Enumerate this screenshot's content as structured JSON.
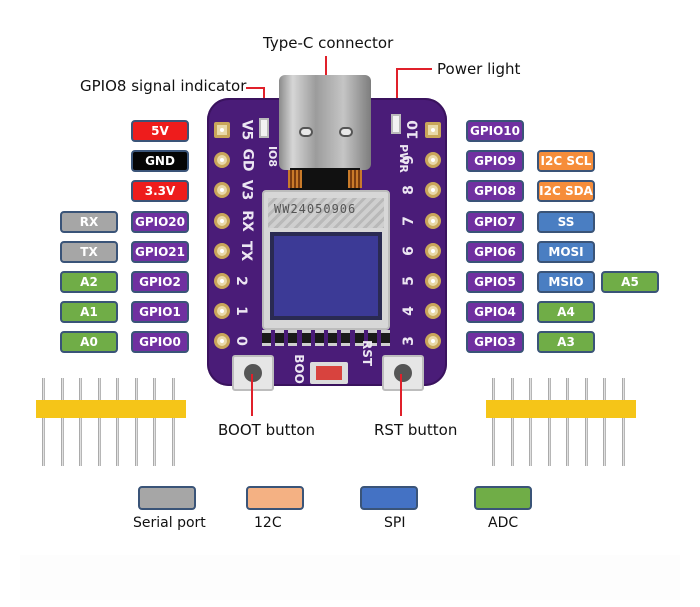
{
  "callouts": {
    "type_c": "Type-C connector",
    "gpio8_indicator": "GPIO8 signal indicator",
    "power_light": "Power light",
    "boot_button": "BOOT button",
    "rst_button": "RST button"
  },
  "left_pins": [
    {
      "gpio": "5V",
      "gpio_color": "red",
      "func": null
    },
    {
      "gpio": "GND",
      "gpio_color": "black",
      "func": null
    },
    {
      "gpio": "3.3V",
      "gpio_color": "red",
      "func": null
    },
    {
      "gpio": "GPIO20",
      "gpio_color": "purple",
      "func": "RX",
      "func_color": "gray"
    },
    {
      "gpio": "GPIO21",
      "gpio_color": "purple",
      "func": "TX",
      "func_color": "gray"
    },
    {
      "gpio": "GPIO2",
      "gpio_color": "purple",
      "func": "A2",
      "func_color": "green"
    },
    {
      "gpio": "GPIO1",
      "gpio_color": "purple",
      "func": "A1",
      "func_color": "green"
    },
    {
      "gpio": "GPIO0",
      "gpio_color": "purple",
      "func": "A0",
      "func_color": "green"
    }
  ],
  "right_pins": [
    {
      "gpio": "GPIO10",
      "funcs": []
    },
    {
      "gpio": "GPIO9",
      "funcs": [
        {
          "label": "I2C SCL",
          "color": "orange"
        }
      ]
    },
    {
      "gpio": "GPIO8",
      "funcs": [
        {
          "label": "I2C SDA",
          "color": "orange"
        }
      ]
    },
    {
      "gpio": "GPIO7",
      "funcs": [
        {
          "label": "SS",
          "color": "blue"
        }
      ]
    },
    {
      "gpio": "GPIO6",
      "funcs": [
        {
          "label": "MOSI",
          "color": "blue"
        }
      ]
    },
    {
      "gpio": "GPIO5",
      "funcs": [
        {
          "label": "MSIO",
          "color": "blue"
        },
        {
          "label": "A5",
          "color": "green"
        }
      ]
    },
    {
      "gpio": "GPIO4",
      "funcs": [
        {
          "label": "A4",
          "color": "green"
        }
      ]
    },
    {
      "gpio": "GPIO3",
      "funcs": [
        {
          "label": "A3",
          "color": "green"
        }
      ]
    }
  ],
  "board": {
    "left_silk": [
      "V5",
      "GD",
      "V3",
      "RX",
      "TX",
      "2",
      "1",
      "0"
    ],
    "right_silk": [
      "10",
      "9",
      "8",
      "7",
      "6",
      "5",
      "4",
      "3"
    ],
    "io8_label": "IO8",
    "pwr_label": "PWR",
    "boot_label": "BOO",
    "rst_label": "RST",
    "oled_marking": "WW24050906"
  },
  "legend": [
    {
      "label": "Serial port",
      "color": "#a6a6a6"
    },
    {
      "label": "12C",
      "color": "#f4b183"
    },
    {
      "label": "SPI",
      "color": "#4472c4"
    },
    {
      "label": "ADC",
      "color": "#70ad47"
    }
  ]
}
